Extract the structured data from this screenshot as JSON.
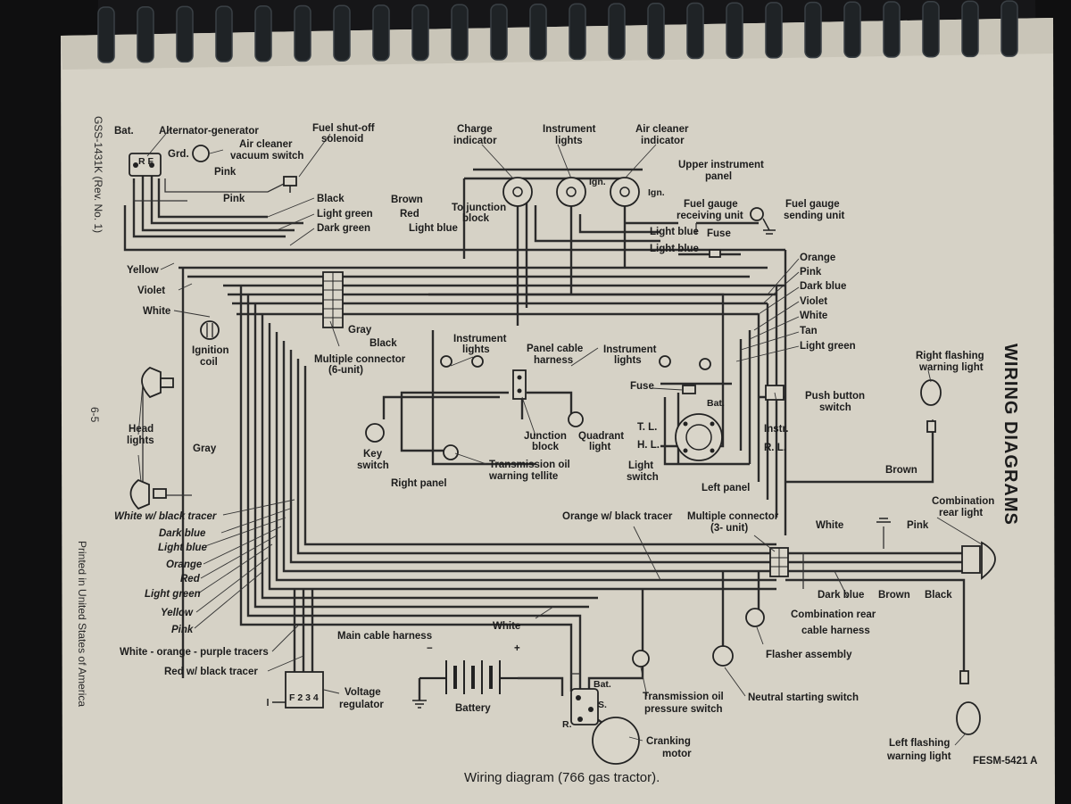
{
  "doc_code": "GSS-1431K (Rev. No. 1)",
  "page_number": "6-5",
  "printed_note": "Printed in United States of America",
  "section_title": "WIRING DIAGRAMS",
  "caption": "Wiring diagram (766 gas tractor).",
  "figure_code": "FESM-5421 A",
  "labels": {
    "bat": "Bat.",
    "alternator": "Alternator-generator",
    "rf": "R F",
    "grd": "Grd.",
    "air_cleaner_vacuum_1": "Air cleaner",
    "air_cleaner_vacuum_2": "vacuum switch",
    "pink_top": "Pink",
    "pink_mid": "Pink",
    "fuel_shutoff_1": "Fuel shut-off",
    "fuel_shutoff_2": "solenoid",
    "black_top": "Black",
    "light_green_top": "Light green",
    "dark_green_top": "Dark green",
    "brown_top": "Brown",
    "red_top": "Red",
    "light_blue_top": "Light blue",
    "charge_1": "Charge",
    "charge_2": "indicator",
    "instrument_lights_1": "Instrument",
    "instrument_lights_2": "lights",
    "air_cleaner_ind_1": "Air cleaner",
    "air_cleaner_ind_2": "indicator",
    "upper_panel_1": "Upper instrument",
    "upper_panel_2": "panel",
    "ign_1": "Ign.",
    "ign_2": "Ign.",
    "to_junction_1": "To junction",
    "to_junction_2": "block",
    "fuel_gauge_recv_1": "Fuel gauge",
    "fuel_gauge_recv_2": "receiving unit",
    "fuel_gauge_send_1": "Fuel gauge",
    "fuel_gauge_send_2": "sending unit",
    "light_blue_r1": "Light blue",
    "light_blue_r2": "Light blue",
    "fuse_top": "Fuse",
    "yellow_left": "Yellow",
    "violet_left": "Violet",
    "white_left": "White",
    "ignition_coil_1": "Ignition",
    "ignition_coil_2": "coil",
    "orange_r": "Orange",
    "pink_r": "Pink",
    "dark_blue_r": "Dark blue",
    "violet_r": "Violet",
    "white_r": "White",
    "tan_r": "Tan",
    "light_green_r": "Light green",
    "gray_mid": "Gray",
    "black_mid": "Black",
    "multi6_1": "Multiple connector",
    "multi6_2": "(6-unit)",
    "instr_lights_mid_1": "Instrument",
    "instr_lights_mid_2": "lights",
    "panel_cable_1": "Panel cable",
    "panel_cable_2": "harness",
    "instr_lights_r_1": "Instrument",
    "instr_lights_r_2": "lights",
    "right_flash_1": "Right flashing",
    "right_flash_2": "warning light",
    "fuse_mid": "Fuse",
    "push_button_1": "Push button",
    "push_button_2": "switch",
    "bat_mid": "Bat.",
    "tl": "T. L.",
    "hl": "H. L.",
    "instr": "Instr.",
    "rl": "R. L.",
    "light_switch_1": "Light",
    "light_switch_2": "switch",
    "left_panel": "Left panel",
    "head_lights_1": "Head",
    "head_lights_2": "lights",
    "gray_left": "Gray",
    "key_switch_1": "Key",
    "key_switch_2": "switch",
    "junction_block_1": "Junction",
    "junction_block_2": "block",
    "quadrant_1": "Quadrant",
    "quadrant_2": "light",
    "trans_tellite_1": "Transmission oil",
    "trans_tellite_2": "warning tellite",
    "right_panel": "Right panel",
    "brown_r": "Brown",
    "combo_rear_1": "Combination",
    "combo_rear_2": "rear light",
    "white_tracer": "White w/ black tracer",
    "dark_blue_l": "Dark blue",
    "light_blue_l": "Light blue",
    "orange_l": "Orange",
    "red_l": "Red",
    "light_green_l": "Light green",
    "yellow_l": "Yellow",
    "pink_l": "Pink",
    "white_orange_purple": "White - orange - purple tracers",
    "red_black_tracer": "Red w/ black tracer",
    "orange_black_tracer": "Orange w/ black tracer",
    "multi3_1": "Multiple connector",
    "multi3_2": "(3- unit)",
    "white_rear": "White",
    "pink_rear": "Pink",
    "dark_blue_rear": "Dark blue",
    "brown_rear": "Brown",
    "black_rear": "Black",
    "combo_harness_1": "Combination rear",
    "combo_harness_2": "cable harness",
    "white_bottom": "White",
    "main_harness": "Main cable harness",
    "minus": "−",
    "plus": "+",
    "flasher": "Flasher assembly",
    "f234": "F 2 3 4",
    "voltage_reg_1": "Voltage",
    "voltage_reg_2": "regulator",
    "battery": "Battery",
    "bat_bottom": "Bat.",
    "s_bottom": "S.",
    "r_bottom": "R.",
    "trans_pressure_1": "Transmission oil",
    "trans_pressure_2": "pressure switch",
    "neutral_switch": "Neutral starting switch",
    "cranking_1": "Cranking",
    "cranking_2": "motor",
    "left_flash_1": "Left flashing",
    "left_flash_2": "warning light"
  }
}
